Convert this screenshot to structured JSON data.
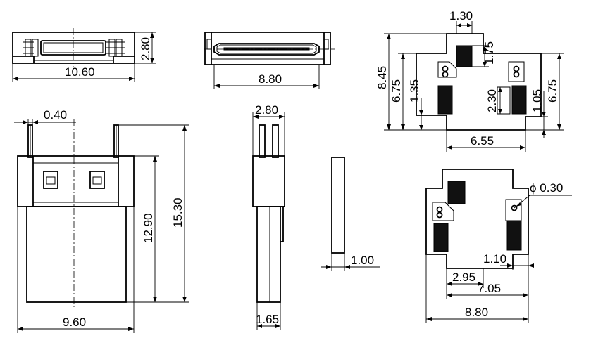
{
  "dimensions": {
    "top_front_width": "10.60",
    "top_front_height": "2.80",
    "top_mid_width": "8.80",
    "pad_pitch_top": "1.30",
    "pad_height_outer": "8.45",
    "pad_height_left": "6.75",
    "pad_left_small": "1.35",
    "pad_slot": "1.75",
    "pad_inner": "2.30",
    "pad_right_small": "1.05",
    "pad_height_right": "6.75",
    "pad_bottom_width": "6.55",
    "pin_width": "0.40",
    "body_height": "12.90",
    "overall_height": "15.30",
    "body_width": "9.60",
    "side_width": "2.80",
    "side_pin": "1.65",
    "plate_thickness": "1.00",
    "hole_dia": "ϕ 0.30",
    "pcb_small": "1.10",
    "pcb_inner": "2.95",
    "pcb_mid": "7.05",
    "pcb_total": "8.80"
  }
}
